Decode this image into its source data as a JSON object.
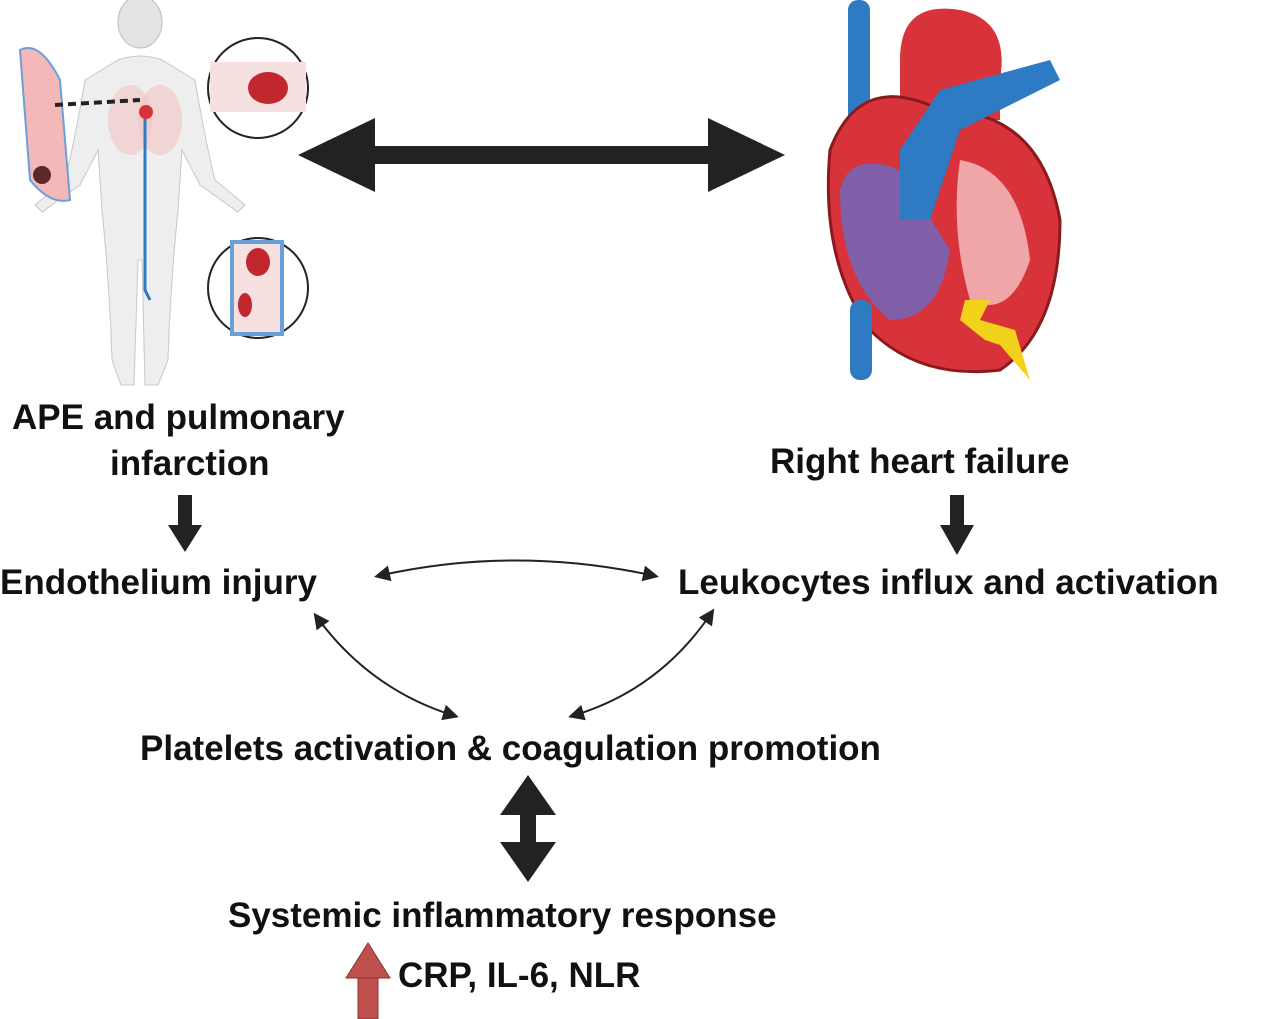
{
  "labels": {
    "ape_line1": "APE and pulmonary",
    "ape_line2": "infarction",
    "right_heart": "Right heart failure",
    "endothelium": "Endothelium injury",
    "leukocytes": "Leukocytes influx and activation",
    "platelets": "Platelets activation & coagulation promotion",
    "systemic": "Systemic inflammatory response",
    "markers": "CRP, IL-6, NLR"
  },
  "colors": {
    "arrow": "#222222",
    "increase_arrow": "#c0504d",
    "vein_blue": "#2e7bc4",
    "artery_red": "#d8333a"
  },
  "icons": [
    "human-body-illustration",
    "heart-illustration",
    "increase-arrow"
  ]
}
